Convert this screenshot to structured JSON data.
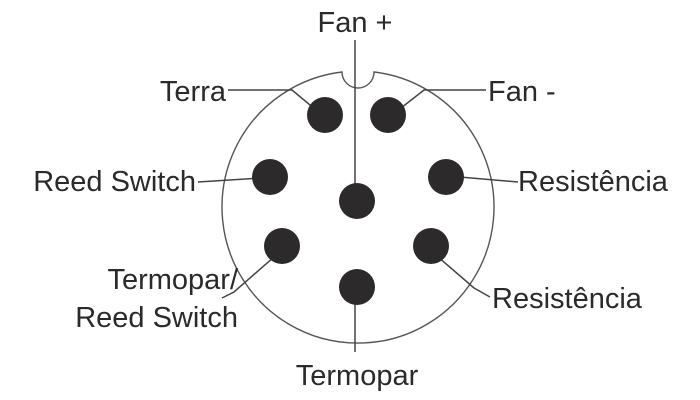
{
  "pins": {
    "fan_plus": "Fan +",
    "fan_minus": "Fan -",
    "terra": "Terra",
    "reed_switch": "Reed Switch",
    "resistencia_upper": "Resistência",
    "resistencia_lower": "Resistência",
    "termopar_reed_line1": "Termopar/",
    "termopar_reed_line2": "Reed Switch",
    "termopar": "Termopar"
  },
  "colors": {
    "pin": "#2d2a2b",
    "text": "#2a2a2a",
    "line": "#444444"
  }
}
